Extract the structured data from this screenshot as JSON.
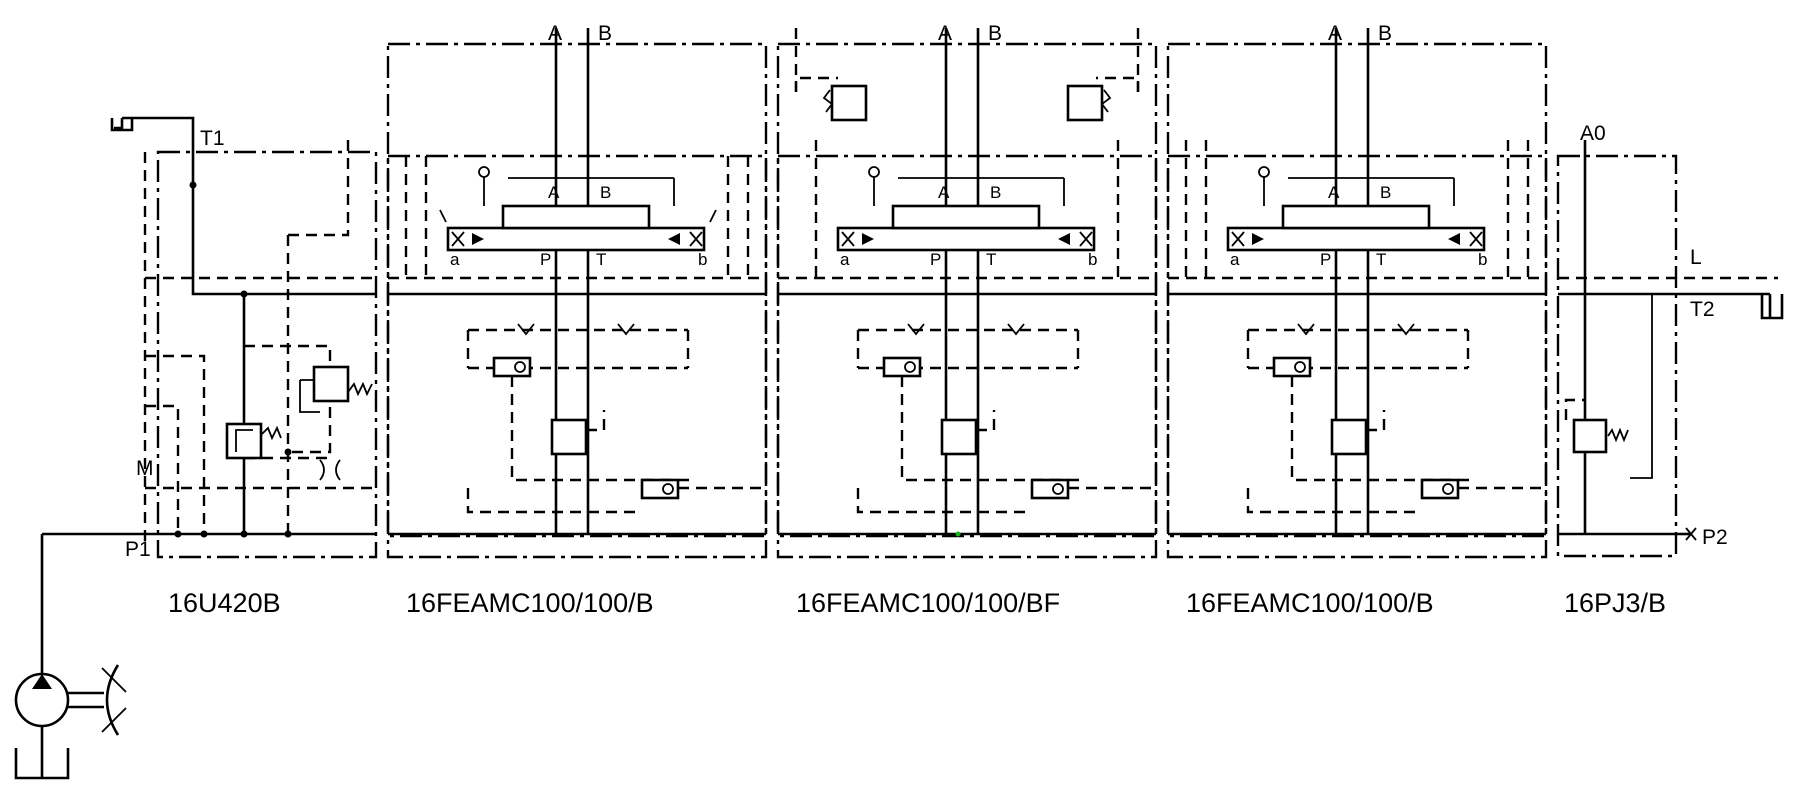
{
  "ports": {
    "t1": "T1",
    "t2": "T2",
    "p1": "P1",
    "p2": "P2",
    "m": "M",
    "l": "L",
    "a0": "A0"
  },
  "sections": [
    {
      "model": "16U420B"
    },
    {
      "model": "16FEAMC100/100/B",
      "port_a": "A",
      "port_b": "B",
      "spool_a": "A",
      "spool_b": "B",
      "spool_p": "P",
      "spool_t": "T",
      "pilot_a": "a",
      "pilot_b": "b"
    },
    {
      "model": "16FEAMC100/100/BF",
      "port_a": "A",
      "port_b": "B",
      "spool_a": "A",
      "spool_b": "B",
      "spool_p": "P",
      "spool_t": "T",
      "pilot_a": "a",
      "pilot_b": "b"
    },
    {
      "model": "16FEAMC100/100/B",
      "port_a": "A",
      "port_b": "B",
      "spool_a": "A",
      "spool_b": "B",
      "spool_p": "P",
      "spool_t": "T",
      "pilot_a": "a",
      "pilot_b": "b"
    },
    {
      "model": "16PJ3/B"
    }
  ]
}
